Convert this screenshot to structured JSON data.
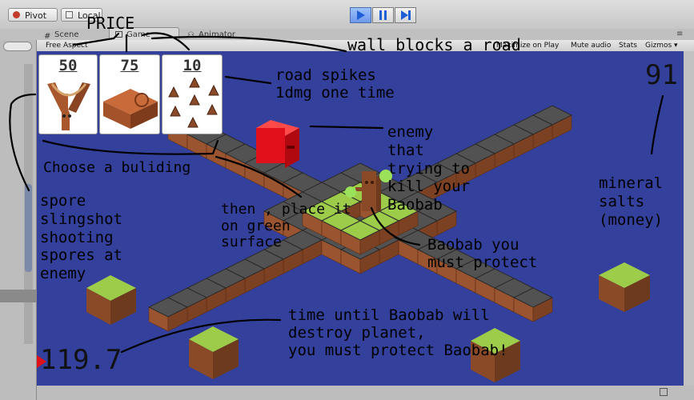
{
  "toolbar": {
    "pivot_label": "Pivot",
    "local_label": "Local"
  },
  "tabs": {
    "scene": "Scene",
    "game": "Game",
    "animator": "Animator"
  },
  "game_toolbar": {
    "aspect": "Free Aspect",
    "maximize": "Maximize on Play",
    "mute": "Mute audio",
    "stats": "Stats",
    "gizmos": "Gizmos"
  },
  "hud": {
    "money": "91",
    "timer": "119.7"
  },
  "buildings": [
    {
      "price": "50",
      "icon": "slingshot-icon"
    },
    {
      "price": "75",
      "icon": "wall-block-icon"
    },
    {
      "price": "10",
      "icon": "spikes-icon"
    }
  ],
  "annotations": {
    "price": "PRICE",
    "wall": "wall blocks a road",
    "spikes": "road spikes\n1dmg one time",
    "enemy": "enemy\nthat\ntrying to\nkill your\nBaobab",
    "choose": "Choose a buliding",
    "place": "then , place it\non green\nsurface",
    "spore": "spore\nslingshot\nshooting\nspores at\nenemy",
    "baobab": "Baobab you\nmust protect",
    "mineral": "mineral\nsalts\n(money)",
    "time": "time until Baobab will\ndestroy planet,\nyou must protect Baobab!"
  },
  "colors": {
    "background": "#33409c",
    "road_top": "#525252",
    "dirt": "#9a5530",
    "grass": "#9ccc4a",
    "enemy": "#e0111a",
    "play_blue": "#1f5fd6"
  }
}
